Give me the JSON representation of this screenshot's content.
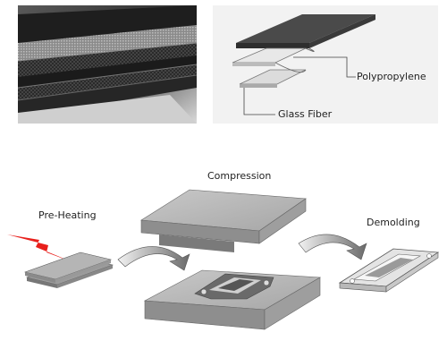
{
  "layers_diagram": {
    "labels": {
      "polypropylene": "Polypropylene",
      "glass_fiber": "Glass Fiber"
    }
  },
  "process": {
    "steps": {
      "pre_heating": "Pre-Heating",
      "compression": "Compression",
      "demolding": "Demolding"
    }
  },
  "colors": {
    "accent_red": "#e8201c",
    "plate_gray": "#a9a9a9",
    "plate_top": "#bdbdbd",
    "dark_layer": "#3a3a3a"
  }
}
